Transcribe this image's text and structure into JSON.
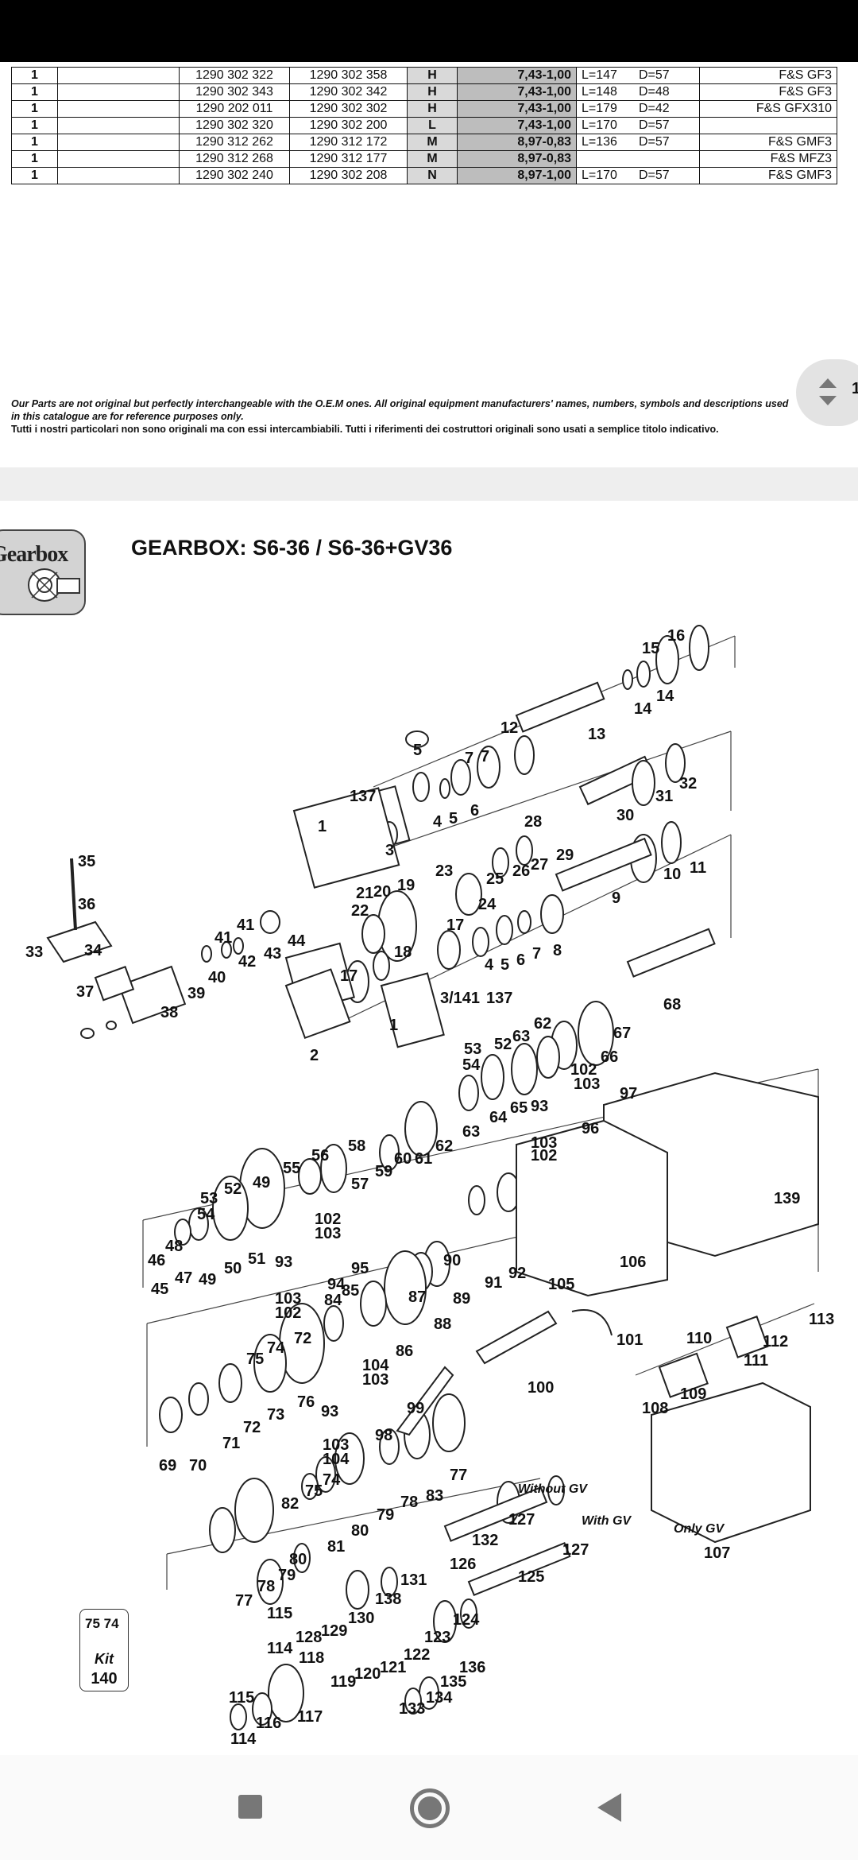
{
  "colors": {
    "status_bar": "#000000",
    "cell_grey": "#d9d9d9",
    "ratio_grey": "#bdbdbd",
    "fab": "#e3e3e3",
    "icon_grey": "#777777"
  },
  "table": {
    "rows": [
      {
        "qty": "1",
        "desc": "",
        "oem1": "1290 302 322",
        "oem2": "1290 302 358",
        "code": "H",
        "ratio": "7,43-1,00",
        "length": "L=147",
        "diam": "D=57",
        "ref": "F&S GF3"
      },
      {
        "qty": "1",
        "desc": "",
        "oem1": "1290 302 343",
        "oem2": "1290 302 342",
        "code": "H",
        "ratio": "7,43-1,00",
        "length": "L=148",
        "diam": "D=48",
        "ref": "F&S GF3"
      },
      {
        "qty": "1",
        "desc": "",
        "oem1": "1290 202 011",
        "oem2": "1290 302 302",
        "code": "H",
        "ratio": "7,43-1,00",
        "length": "L=179",
        "diam": "D=42",
        "ref": "F&S GFX310"
      },
      {
        "qty": "1",
        "desc": "",
        "oem1": "1290 302 320",
        "oem2": "1290 302 200",
        "code": "L",
        "ratio": "7,43-1,00",
        "length": "L=170",
        "diam": "D=57",
        "ref": ""
      },
      {
        "qty": "1",
        "desc": "",
        "oem1": "1290 312 262",
        "oem2": "1290 312 172",
        "code": "M",
        "ratio": "8,97-0,83",
        "length": "L=136",
        "diam": "D=57",
        "ref": "F&S GMF3"
      },
      {
        "qty": "1",
        "desc": "",
        "oem1": "1290 312 268",
        "oem2": "1290 312 177",
        "code": "M",
        "ratio": "8,97-0,83",
        "length": "",
        "diam": "",
        "ref": "F&S MFZ3"
      },
      {
        "qty": "1",
        "desc": "",
        "oem1": "1290 302 240",
        "oem2": "1290 302 208",
        "code": "N",
        "ratio": "8,97-1,00",
        "length": "L=170",
        "diam": "D=57",
        "ref": "F&S GMF3"
      }
    ]
  },
  "disclaimer": {
    "en": "Our Parts are not original but perfectly interchangeable with the O.E.M ones. All original equipment manufacturers' names, numbers, symbols and descriptions used in this catalogue are for reference purposes only.",
    "it": "Tutti i nostri particolari non sono originali ma con essi intercambiabili. Tutti i riferimenti dei costruttori originali sono usati a semplice titolo indicativo."
  },
  "scroll_page_number": "1",
  "section_badge": "Gearbox",
  "page_title": "GEARBOX: S6-36 / S6-36+GV36",
  "diagram": {
    "notes": {
      "without_gv": "Without GV",
      "with_gv": "With GV",
      "only_gv": "Only GV"
    },
    "kit": {
      "numbers": "75 74",
      "label": "Kit",
      "number": "140"
    }
  }
}
